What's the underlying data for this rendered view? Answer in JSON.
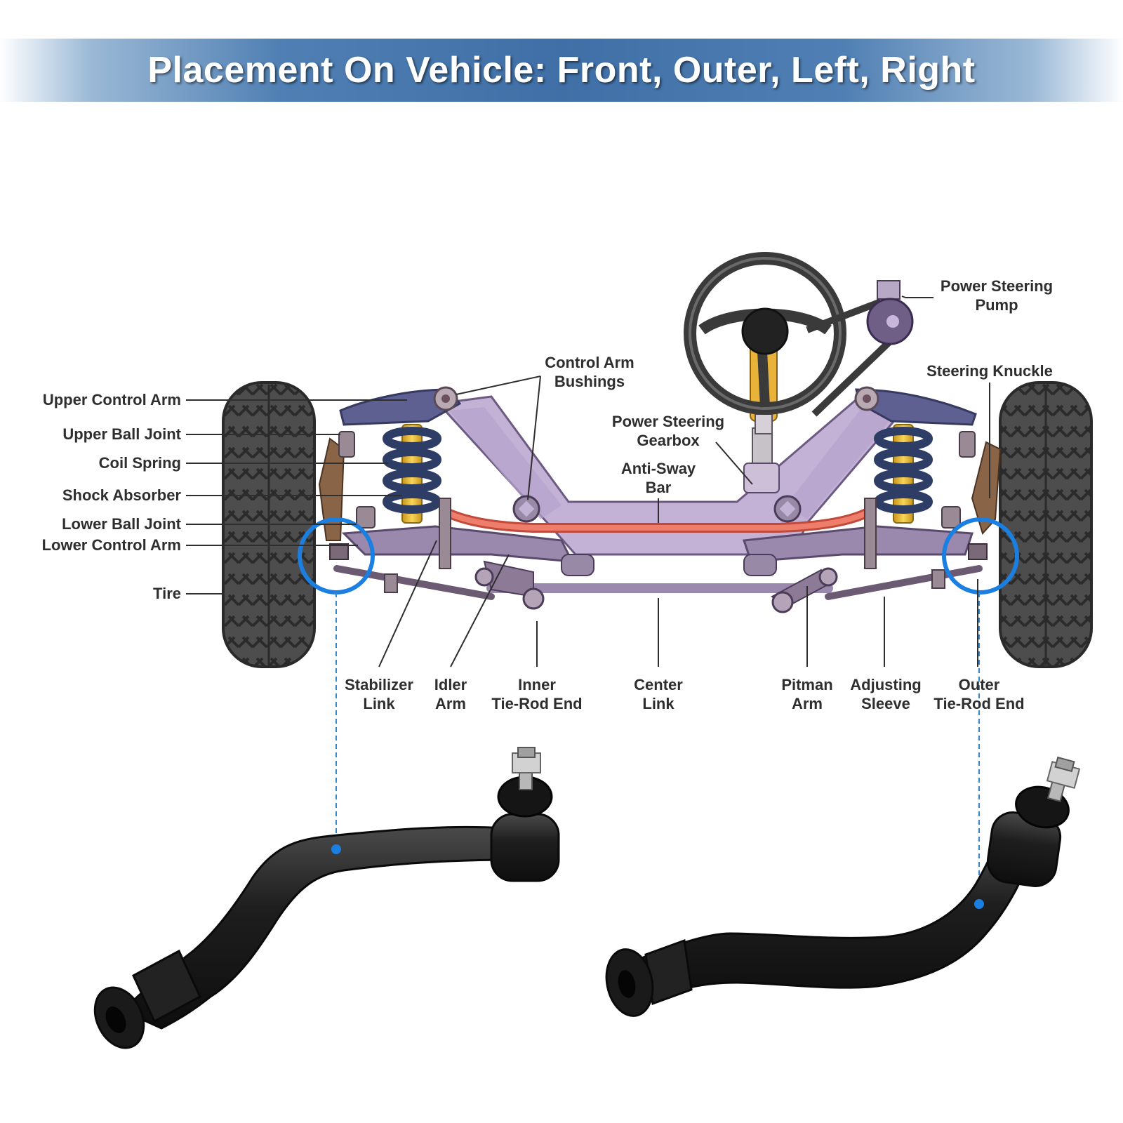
{
  "header": {
    "title": "Placement On Vehicle: Front, Outer, Left, Right"
  },
  "labels": {
    "upper_control_arm": "Upper Control Arm",
    "upper_ball_joint": "Upper Ball Joint",
    "coil_spring": "Coil Spring",
    "shock_absorber": "Shock Absorber",
    "lower_ball_joint": "Lower Ball Joint",
    "lower_control_arm": "Lower Control Arm",
    "tire": "Tire",
    "control_arm_bushings": [
      "Control Arm",
      "Bushings"
    ],
    "power_steering_gearbox": [
      "Power Steering",
      "Gearbox"
    ],
    "anti_sway_bar": [
      "Anti-Sway",
      "Bar"
    ],
    "power_steering_pump": [
      "Power Steering",
      "Pump"
    ],
    "steering_knuckle": "Steering Knuckle",
    "stabilizer_link": [
      "Stabilizer",
      "Link"
    ],
    "idler_arm": [
      "Idler",
      "Arm"
    ],
    "inner_tie_rod_end": [
      "Inner",
      "Tie-Rod End"
    ],
    "center_link": [
      "Center",
      "Link"
    ],
    "pitman_arm": [
      "Pitman",
      "Arm"
    ],
    "adjusting_sleeve": [
      "Adjusting",
      "Sleeve"
    ],
    "outer_tie_rod_end": [
      "Outer",
      "Tie-Rod End"
    ]
  },
  "colors": {
    "banner": "#3f6fa6",
    "frame": "#c4b2d6",
    "anti_sway_bar": "#e8705f",
    "highlight_circle": "#1a7fe0",
    "spring": "#2d3d66",
    "shock": "#f3c232",
    "tire": "#4a4a4a",
    "part": "#1c1c1c"
  }
}
